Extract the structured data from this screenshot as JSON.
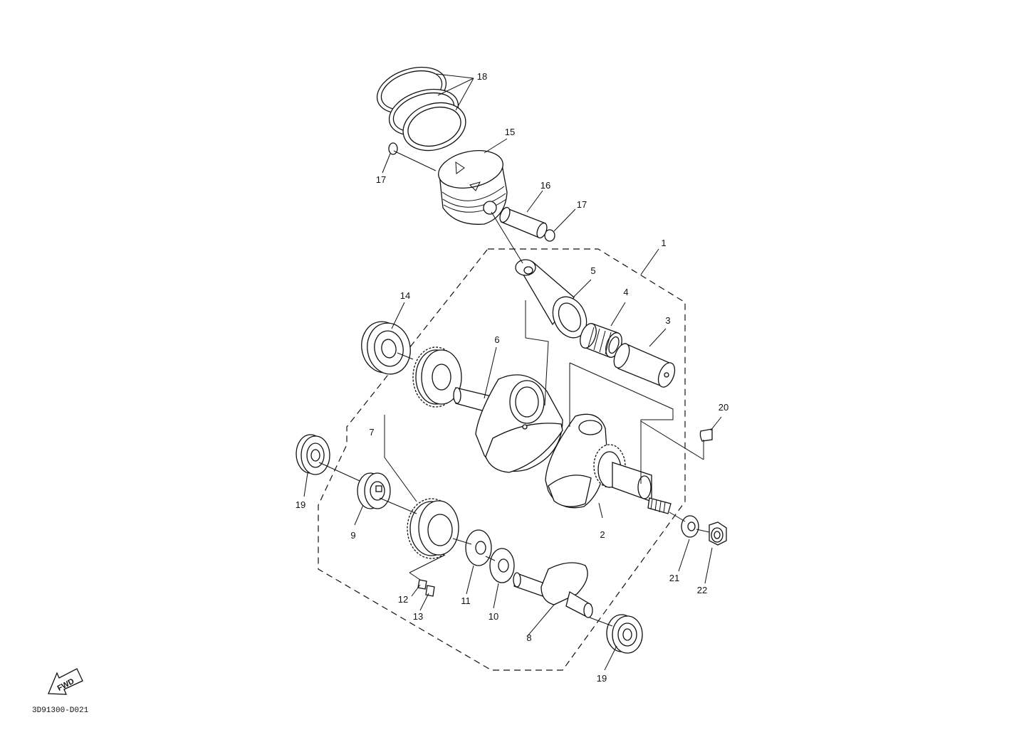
{
  "diagram": {
    "drawing_code": "3D91300-D021",
    "fwd_label": "FWD",
    "callouts": [
      {
        "id": "c1",
        "text": "1"
      },
      {
        "id": "c2",
        "text": "2"
      },
      {
        "id": "c3",
        "text": "3"
      },
      {
        "id": "c4",
        "text": "4"
      },
      {
        "id": "c5",
        "text": "5"
      },
      {
        "id": "c6",
        "text": "6"
      },
      {
        "id": "c7",
        "text": "7"
      },
      {
        "id": "c8",
        "text": "8"
      },
      {
        "id": "c9",
        "text": "9"
      },
      {
        "id": "c10",
        "text": "10"
      },
      {
        "id": "c11",
        "text": "11"
      },
      {
        "id": "c12",
        "text": "12"
      },
      {
        "id": "c13",
        "text": "13"
      },
      {
        "id": "c14",
        "text": "14"
      },
      {
        "id": "c15",
        "text": "15"
      },
      {
        "id": "c16",
        "text": "16"
      },
      {
        "id": "c17a",
        "text": "17"
      },
      {
        "id": "c17b",
        "text": "17"
      },
      {
        "id": "c18",
        "text": "18"
      },
      {
        "id": "c19a",
        "text": "19"
      },
      {
        "id": "c19b",
        "text": "19"
      },
      {
        "id": "c20",
        "text": "20"
      },
      {
        "id": "c21",
        "text": "21"
      },
      {
        "id": "c22",
        "text": "22"
      }
    ]
  }
}
